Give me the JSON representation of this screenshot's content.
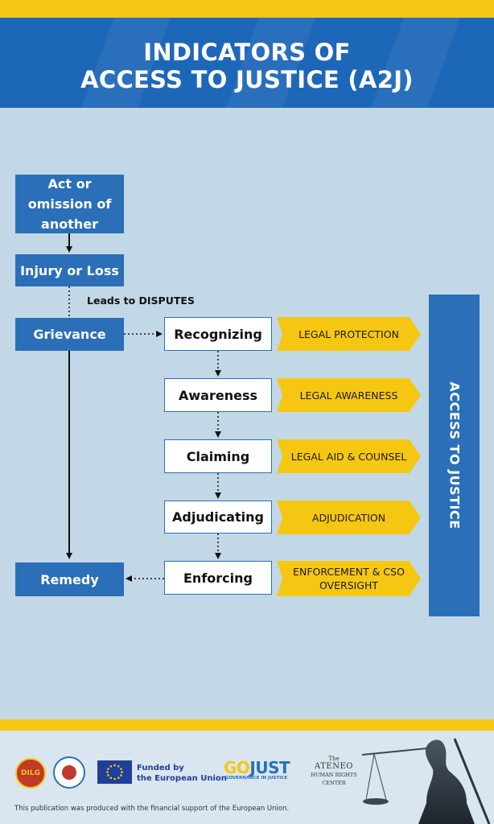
{
  "header": {
    "title_line1": "INDICATORS OF",
    "title_line2": "ACCESS TO JUSTICE (A2J)"
  },
  "left": {
    "act": "Act or omission of another",
    "injury": "Injury or Loss",
    "leads": "Leads to DISPUTES",
    "grievance": "Grievance",
    "remedy": "Remedy"
  },
  "steps": [
    "Recognizing",
    "Awareness",
    "Claiming",
    "Adjudicating",
    "Enforcing"
  ],
  "indicators": [
    "LEGAL PROTECTION",
    "LEGAL AWARENESS",
    "LEGAL AID & COUNSEL",
    "ADJUDICATION",
    "ENFORCEMENT & CSO OVERSIGHT"
  ],
  "sidebar": {
    "label": "ACCESS TO JUSTICE"
  },
  "footer": {
    "dilg": "DILG",
    "funded_line1": "Funded by",
    "funded_line2": "the European Union",
    "gojust_go": "GO",
    "gojust_just": "JUST",
    "gojust_sub": "GOVERNANCE IN JUSTICE",
    "ateneo_the": "The",
    "ateneo_name": "ATENEO",
    "ateneo_sub1": "HUMAN RIGHTS",
    "ateneo_sub2": "CENTER",
    "note": "This publication was produced with the financial support of the European Union."
  },
  "colors": {
    "blue": "#2a6fb8",
    "header_blue": "#1d67b8",
    "yellow": "#f6c712",
    "bg": "#c2d8e6"
  }
}
